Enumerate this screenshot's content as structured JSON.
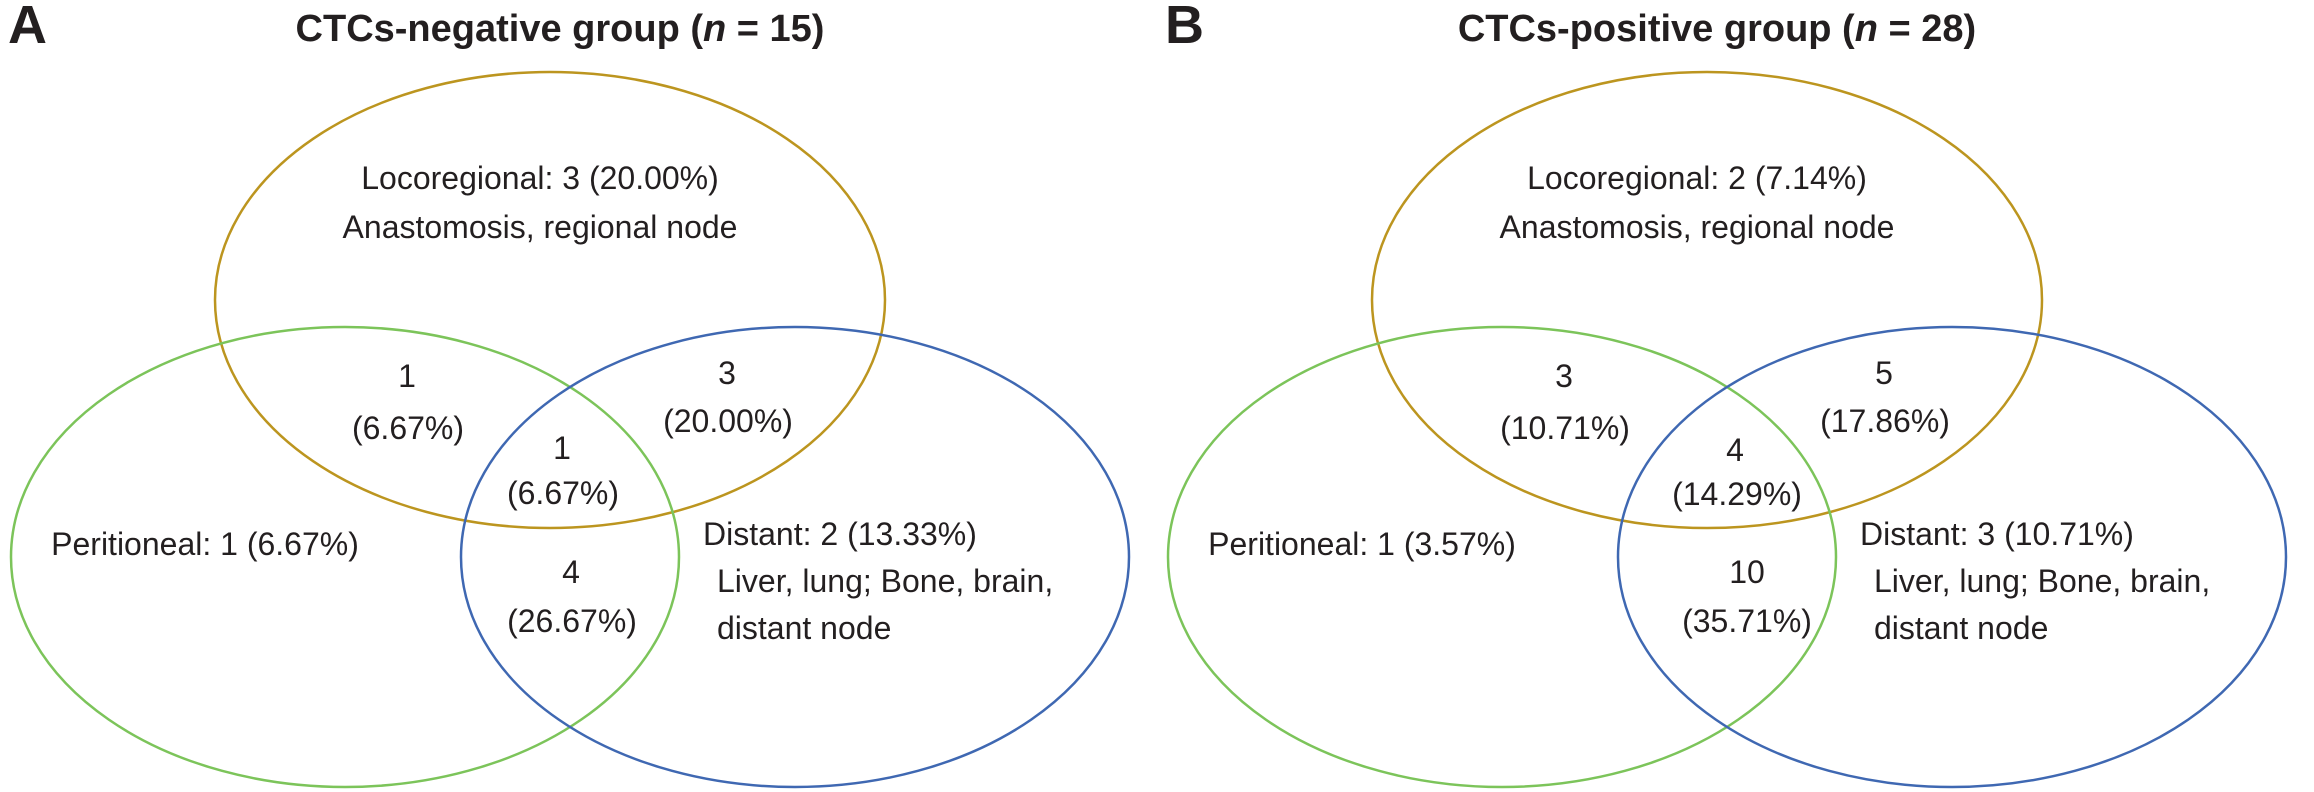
{
  "figure": {
    "background": "#ffffff",
    "text_color": "#231f20"
  },
  "colors": {
    "locoregional": "#BC951F",
    "peritoneal": "#7CC45A",
    "distant": "#3F68B2"
  },
  "panels": [
    {
      "letter": "A",
      "title_pre": "CTCs-negative group (",
      "title_n": "n",
      "title_post": " = 15)",
      "regions": {
        "locoregional": {
          "label": "Locoregional: 3 (20.00%)",
          "sites": "Anastomosis, regional node"
        },
        "peritoneal_and_locoregional": {
          "count": "1",
          "pct": "(6.67%)"
        },
        "all_three": {
          "count": "1",
          "pct": "(6.67%)"
        },
        "locoregional_and_distant": {
          "count": "3",
          "pct": "(20.00%)"
        },
        "peritoneal": {
          "label": "Peritioneal: 1 (6.67%)"
        },
        "peritoneal_and_distant": {
          "count": "4",
          "pct": "(26.67%)"
        },
        "distant": {
          "label": "Distant: 2 (13.33%)",
          "sites_line1": "Liver, lung; Bone, brain,",
          "sites_line2": "distant node"
        }
      }
    },
    {
      "letter": "B",
      "title_pre": "CTCs-positive group (",
      "title_n": "n",
      "title_post": " = 28)",
      "regions": {
        "locoregional": {
          "label": "Locoregional: 2 (7.14%)",
          "sites": "Anastomosis, regional node"
        },
        "peritoneal_and_locoregional": {
          "count": "3",
          "pct": "(10.71%)"
        },
        "all_three": {
          "count": "4",
          "pct": "(14.29%)"
        },
        "locoregional_and_distant": {
          "count": "5",
          "pct": "(17.86%)"
        },
        "peritoneal": {
          "label": "Peritioneal: 1 (3.57%)"
        },
        "peritoneal_and_distant": {
          "count": "10",
          "pct": "(35.71%)"
        },
        "distant": {
          "label": "Distant: 3 (10.71%)",
          "sites_line1": "Liver, lung; Bone, brain,",
          "sites_line2": "distant node"
        }
      }
    }
  ]
}
